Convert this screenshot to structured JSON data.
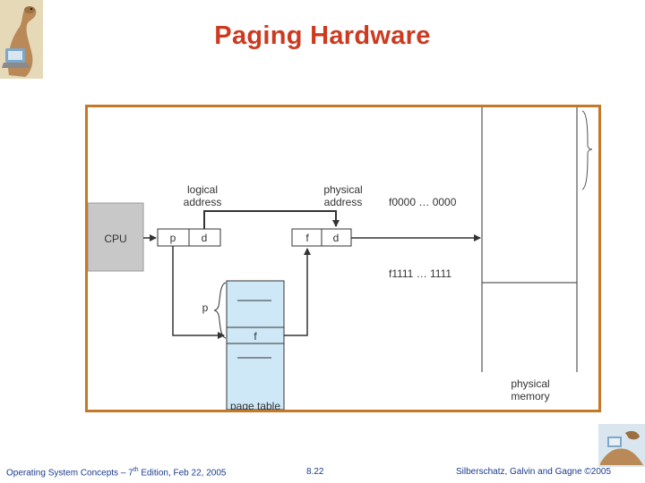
{
  "slide": {
    "title": "Paging Hardware",
    "footer": {
      "course": "Operating System Concepts – 7",
      "course_sup": "th",
      "course_rest": " Edition, Feb 22, 2005",
      "page_number": "8.22",
      "copyright": "Silberschatz, Galvin and Gagne ©2005"
    }
  },
  "diagram": {
    "cpu_label": "CPU",
    "logical_address_label": [
      "logical",
      "address"
    ],
    "physical_address_label": [
      "physical",
      "address"
    ],
    "logical_fields": {
      "page": "p",
      "offset": "d"
    },
    "physical_fields": {
      "frame": "f",
      "offset": "d"
    },
    "page_table": {
      "index_label": "p",
      "entry_label": "f",
      "caption": "page table"
    },
    "frame_start_label": "f0000 … 0000",
    "frame_end_label": "f1111 … 1111",
    "memory_label": [
      "physical",
      "memory"
    ],
    "colors": {
      "title": "#cc3a1f",
      "frame_border": "#c57827",
      "cpu_fill": "#c8c8c8",
      "page_table_fill": "#cfe8f7",
      "footer_text": "#1a3b8c"
    }
  }
}
